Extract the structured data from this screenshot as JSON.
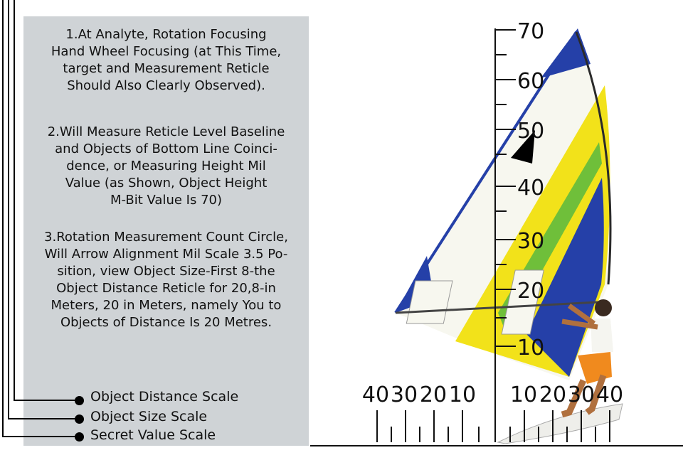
{
  "steps": [
    "1.At Analyte, Rotation Focusing\nHand Wheel Focusing (at This Time,\ntarget and Measurement Reticle\nShould Also Clearly Observed).",
    "2.Will Measure Reticle Level Baseline\nand Objects of Bottom Line Coinci-\ndence, or Measuring Height Mil\nValue (as Shown, Object Height\nM-Bit Value Is 70)",
    "3.Rotation Measurement Count Circle,\nWill Arrow Alignment Mil Scale 3.5 Po-\nsition, view Object Size-First 8-the\nObject Distance Reticle for 20,8-in\nMeters, 20 in Meters, namely You to\nObjects of Distance Is 20 Metres."
  ],
  "legend": [
    {
      "label": "Object Distance Scale"
    },
    {
      "label": "Object Size Scale"
    },
    {
      "label": "Secret Value Scale"
    }
  ],
  "reticle": {
    "vertical_labels": [
      "70",
      "60",
      "50",
      "40",
      "30",
      "20",
      "10"
    ],
    "horizontal_left_labels": [
      "40",
      "30",
      "20",
      "10"
    ],
    "horizontal_right_labels": [
      "10",
      "20",
      "30",
      "40"
    ]
  },
  "colors": {
    "panel": "#cfd3d6",
    "sail_yellow": "#f2e21a",
    "sail_green": "#6fbf3a",
    "sail_blue": "#2540a8",
    "sail_white": "#f7f7ef",
    "shorts": "#f08a1e"
  }
}
